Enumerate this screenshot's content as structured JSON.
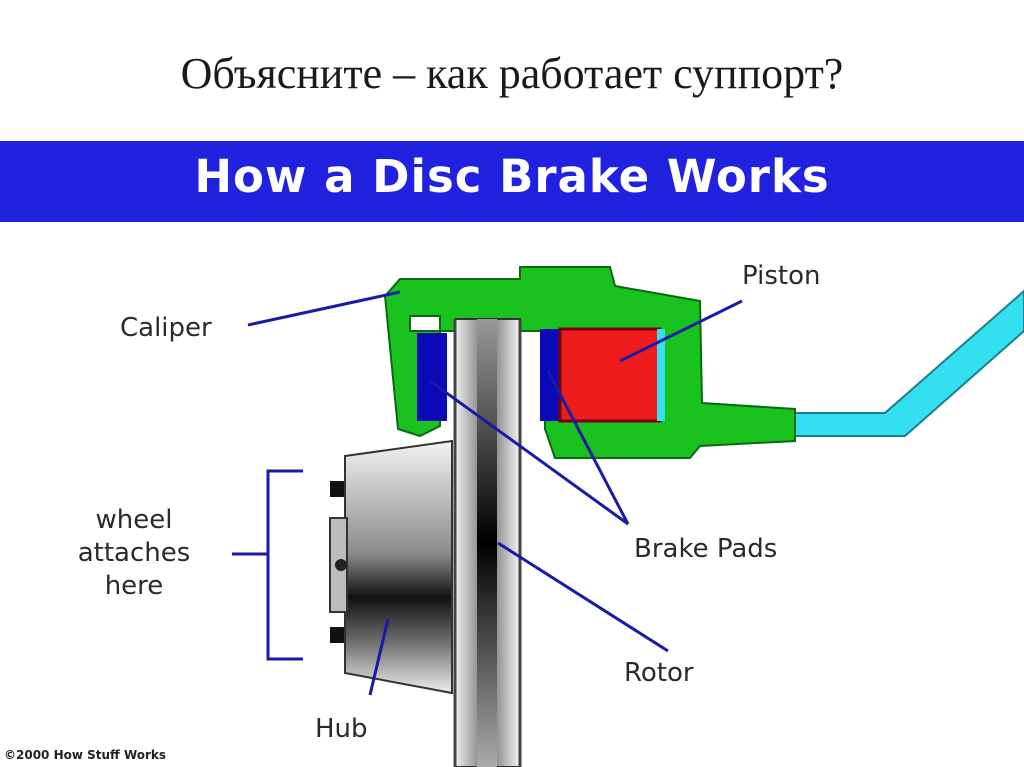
{
  "slide": {
    "title": "Объясните – как работает суппорт?"
  },
  "figure": {
    "banner_title": "How a Disc Brake Works",
    "colors": {
      "banner": "#2121e0",
      "caliper": "#19c21f",
      "piston": "#ee1c1c",
      "brake_pads": "#0a0ab8",
      "brake_line": "#33e0f0",
      "leader_lines": "#1a1aa8"
    },
    "labels": {
      "caliper": "Caliper",
      "piston": "Piston",
      "wheel_line1": "wheel",
      "wheel_line2": "attaches",
      "wheel_line3": "here",
      "brake_pads": "Brake Pads",
      "rotor": "Rotor",
      "hub": "Hub"
    },
    "credit": "©2000 How Stuff Works"
  }
}
